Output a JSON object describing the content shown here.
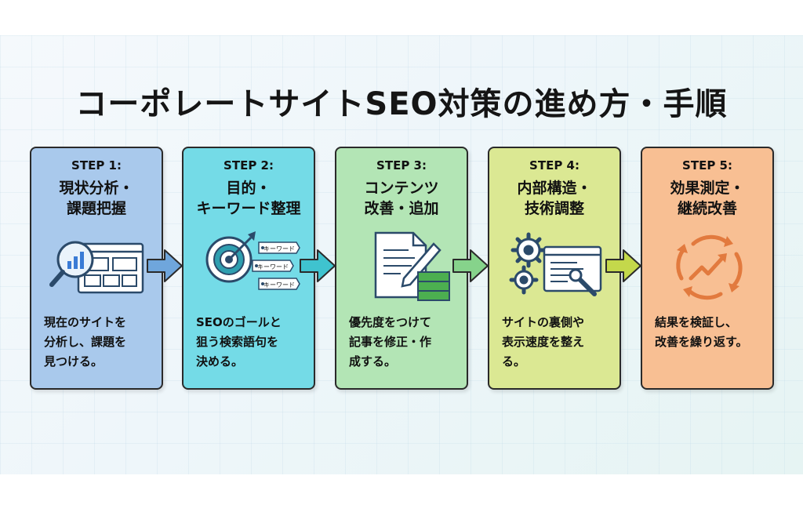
{
  "title": "コーポレートサイトSEO対策の進め方・手順",
  "steps": [
    {
      "label": "STEP 1:",
      "title_lines": [
        "現状分析・",
        "課題把握"
      ],
      "desc_lines": [
        "現在のサイトを",
        "分析し、課題を",
        "見つける。"
      ],
      "icon": "magnifier-site-analysis-icon",
      "color": "#a9c9ec"
    },
    {
      "label": "STEP 2:",
      "title_lines": [
        "目的・",
        "キーワード整理"
      ],
      "desc_lines": [
        "SEOのゴールと",
        "狙う検索語句を",
        "決める。"
      ],
      "icon": "target-keyword-icon",
      "tags": [
        "キーワード",
        "キーワード",
        "キーワード"
      ],
      "color": "#74dbe7"
    },
    {
      "label": "STEP 3:",
      "title_lines": [
        "コンテンツ",
        "改善・追加"
      ],
      "desc_lines": [
        "優先度をつけて",
        "記事を修正・作",
        "成する。"
      ],
      "icon": "document-pencil-icon",
      "color": "#b3e5b5"
    },
    {
      "label": "STEP 4:",
      "title_lines": [
        "内部構造・",
        "技術調整"
      ],
      "desc_lines": [
        "サイトの裏側や",
        "表示速度を整え",
        "る。"
      ],
      "icon": "gears-code-icon",
      "color": "#dbe893"
    },
    {
      "label": "STEP 5:",
      "title_lines": [
        "効果測定・",
        "継続改善"
      ],
      "desc_lines": [
        "結果を検証し、",
        "改善を繰り返す。"
      ],
      "icon": "cycle-growth-icon",
      "color": "#f8bf93"
    }
  ],
  "arrow_colors": [
    "#6fa6dc",
    "#3fc3cf",
    "#86d38b",
    "#c4d84b"
  ]
}
